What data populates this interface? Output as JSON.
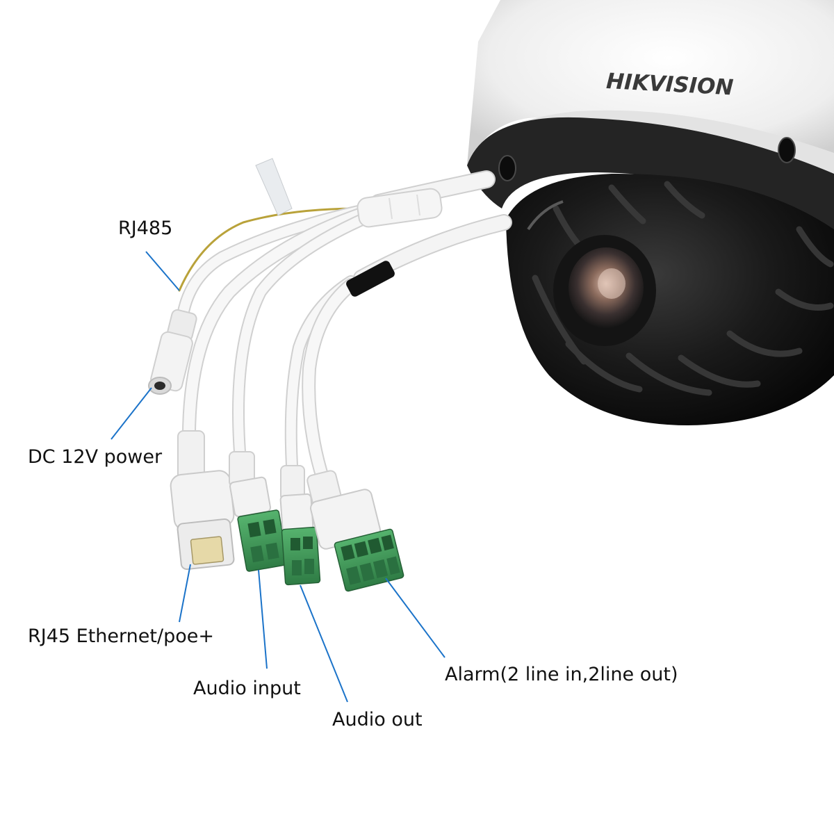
{
  "brand": "HIKVISION",
  "labels": {
    "rj485": "RJ485",
    "dc_power": "DC 12V power",
    "rj45": "RJ45 Ethernet/poe+",
    "audio_input": "Audio input",
    "audio_out": "Audio out",
    "alarm": "Alarm(2 line in,2line out)"
  },
  "colors": {
    "leader_line": "#1b73c9",
    "cable": "#f1f1f1",
    "terminal_block": "#3f9a5a",
    "rs485_wire": "#b9a23a",
    "dome_glass": "#161616",
    "housing": "#f3f3f3"
  }
}
